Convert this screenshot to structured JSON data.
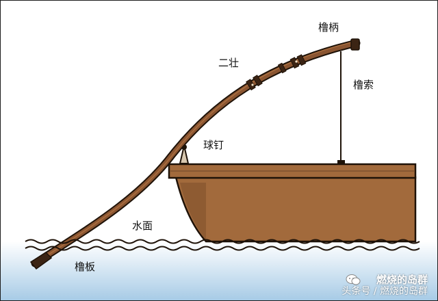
{
  "labels": {
    "handle": "橹柄",
    "rope": "橹索",
    "er_zhuang": "二壮",
    "ball_nail": "球钉",
    "water_surface": "水面",
    "blade": "橹板"
  },
  "watermark": {
    "channel": "燃烧的岛群",
    "source": "头条号 / 燃烧的岛群"
  },
  "colors": {
    "hull": "#a26a3c",
    "hull_shadow": "#7e4f2a",
    "oar": "#8a5531",
    "oar_dark": "#3b2414",
    "deck": "#a26a3c",
    "outline": "#1e1208",
    "water_top": "#ffffff",
    "water_bottom": "#a7cbe6",
    "ink": "#111111"
  }
}
